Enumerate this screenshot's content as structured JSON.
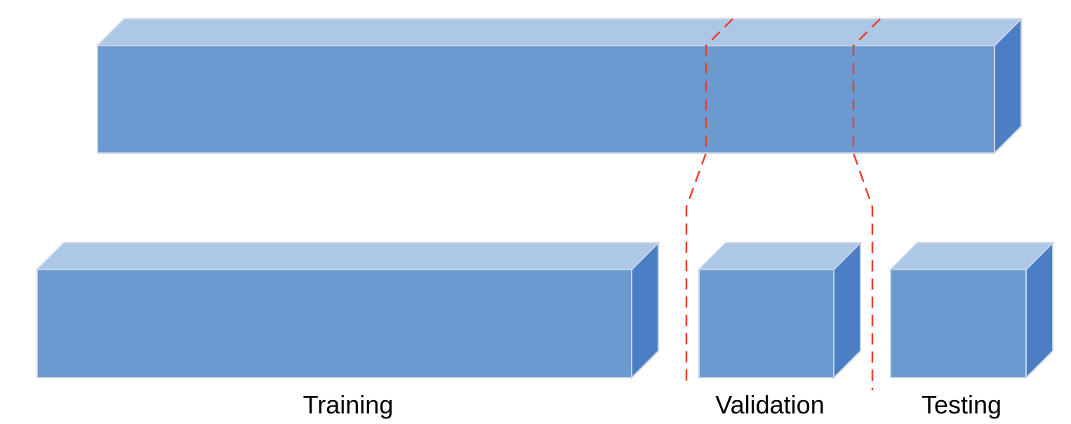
{
  "labels": {
    "training": "Training",
    "validation": "Validation",
    "testing": "Testing"
  },
  "colors": {
    "front_face": "#6b9ad1",
    "top_face": "#adc7e6",
    "side_face": "#4b7ec5",
    "split_line": "#e8402a"
  }
}
